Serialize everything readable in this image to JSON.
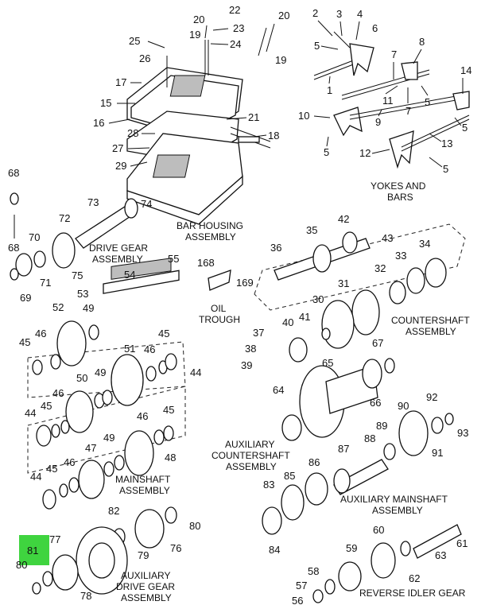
{
  "captions": {
    "yokes_bars": [
      "YOKES AND",
      "BARS"
    ],
    "bar_housing": [
      "BAR HOUSING",
      "ASSEMBLY"
    ],
    "drive_gear": [
      "DRIVE GEAR",
      "ASSEMBLY"
    ],
    "oil_trough": [
      "OIL",
      "TROUGH"
    ],
    "countershaft": [
      "COUNTERSHAFT",
      "ASSEMBLY"
    ],
    "aux_countershaft": [
      "AUXILIARY",
      "COUNTERSHAFT",
      "ASSEMBLY"
    ],
    "mainshaft": [
      "MAINSHAFT",
      "ASSEMBLY"
    ],
    "aux_mainshaft": [
      "AUXILIARY MAINSHAFT",
      "ASSEMBLY"
    ],
    "aux_drive_gear": [
      "AUXILIARY",
      "DRIVE GEAR",
      "ASSEMBLY"
    ],
    "reverse_idler": [
      "REVERSE IDLER GEAR"
    ]
  },
  "highlight": {
    "label": "81",
    "color": "#3fd43f"
  },
  "callouts": {
    "c22": "22",
    "c20a": "20",
    "c20b": "20",
    "c23": "23",
    "c19a": "19",
    "c19b": "19",
    "c24": "24",
    "c25": "25",
    "c26": "26",
    "c17": "17",
    "c15": "15",
    "c16": "16",
    "c21": "21",
    "c28": "28",
    "c18": "18",
    "c27": "27",
    "c29": "29",
    "c2": "2",
    "c3": "3",
    "c4": "4",
    "c6": "6",
    "c5a": "5",
    "c8": "8",
    "c7a": "7",
    "c1": "1",
    "c7b": "7",
    "c11": "11",
    "c5b": "5",
    "c14": "14",
    "c10": "10",
    "c9": "9",
    "c5c": "5",
    "c13": "13",
    "c12": "12",
    "c5d": "5",
    "c5e": "5",
    "c68a": "68",
    "c73": "73",
    "c74": "74",
    "c72": "72",
    "c70": "70",
    "c68b": "68",
    "c71": "71",
    "c75": "75",
    "c69": "69",
    "c55": "55",
    "c54": "54",
    "c53": "53",
    "c168": "168",
    "c169": "169",
    "c52": "52",
    "c49a": "49",
    "c46a": "46",
    "c45a": "45",
    "c51": "51",
    "c46b": "46",
    "c45b": "45",
    "c44a": "44",
    "c50": "50",
    "c49b": "49",
    "c46c": "46",
    "c45c": "45",
    "c44b": "44",
    "c47": "47",
    "c49c": "49",
    "c46d": "46",
    "c45d": "45",
    "c48": "48",
    "c44c": "44",
    "c45e": "45",
    "c46e": "46",
    "c42": "42",
    "c35": "35",
    "c43": "43",
    "c36": "36",
    "c34": "34",
    "c33": "33",
    "c32": "32",
    "c31": "31",
    "c30": "30",
    "c41": "41",
    "c40": "40",
    "c37": "37",
    "c38": "38",
    "c39": "39",
    "c67": "67",
    "c65": "65",
    "c64": "64",
    "c66": "66",
    "c92": "92",
    "c90": "90",
    "c89": "89",
    "c88": "88",
    "c93": "93",
    "c91": "91",
    "c87": "87",
    "c86": "86",
    "c83": "83",
    "c85": "85",
    "c84": "84",
    "c82": "82",
    "c80a": "80",
    "c77": "77",
    "c79": "79",
    "c76": "76",
    "c80b": "80",
    "c78": "78",
    "c60": "60",
    "c61": "61",
    "c63": "63",
    "c59": "59",
    "c62": "62",
    "c58": "58",
    "c57": "57",
    "c56": "56"
  }
}
